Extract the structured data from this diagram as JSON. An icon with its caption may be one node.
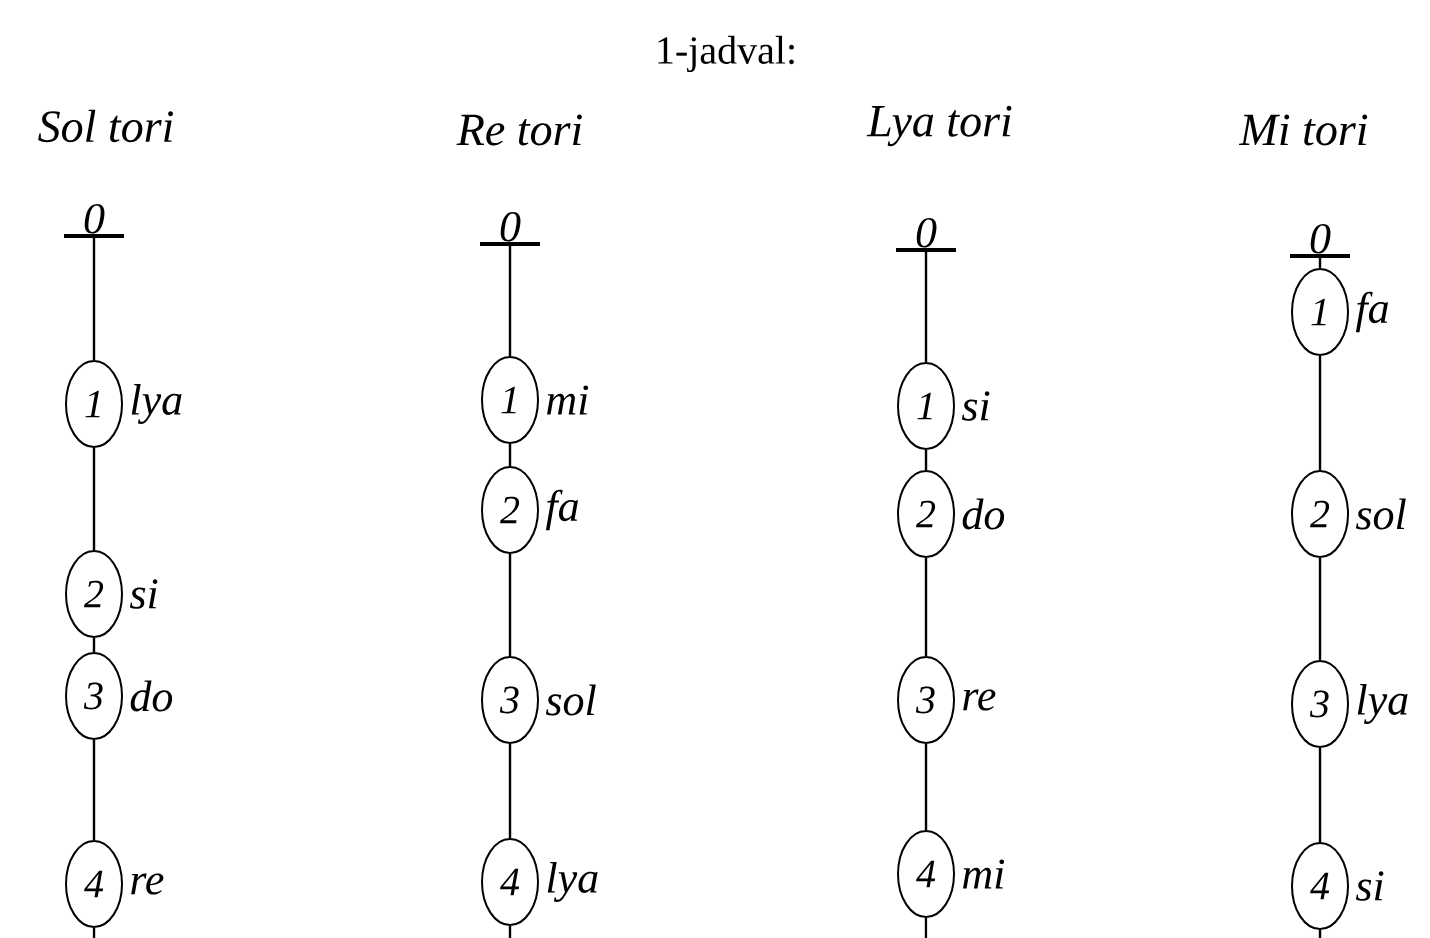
{
  "diagram": {
    "title": "1-jadval:",
    "nodes": [
      {
        "text": [
          "0"
        ]
      },
      {
        "text": [
          "1"
        ],
        "beside": [
          "lya"
        ]
      },
      {
        "text": [
          "2"
        ],
        "beside": [
          "si"
        ]
      },
      {
        "text": [
          "3"
        ],
        "beside": [
          "do"
        ]
      },
      {
        "text": [
          "4"
        ],
        "beside": [
          "re"
        ]
      },
      {
        "text": [
          "0"
        ]
      },
      {
        "text": [
          "1"
        ],
        "beside": [
          "mi"
        ]
      },
      {
        "text": [
          "2"
        ],
        "beside": [
          "fa"
        ]
      },
      {
        "text": [
          "3"
        ],
        "beside": [
          "sol"
        ]
      },
      {
        "text": [
          "4"
        ],
        "beside": [
          "lya"
        ]
      },
      {
        "text": [
          "0"
        ]
      },
      {
        "text": [
          "1"
        ],
        "beside": [
          "si"
        ]
      },
      {
        "text": [
          "2"
        ],
        "beside": [
          "do"
        ]
      },
      {
        "text": [
          "3"
        ],
        "beside": [
          "re"
        ]
      },
      {
        "text": [
          "4"
        ],
        "beside": [
          "mi"
        ]
      },
      {
        "text": [
          "0"
        ]
      },
      {
        "text": [
          "1"
        ],
        "beside": [
          "fa"
        ]
      },
      {
        "text": [
          "2"
        ],
        "beside": [
          "sol"
        ]
      },
      {
        "text": [
          "3"
        ],
        "beside": [
          "lya"
        ]
      },
      {
        "text": [
          "4"
        ],
        "beside": [
          "si"
        ]
      }
    ],
    "edges": [
      {
        "from": 0,
        "to": 1,
        "arrow": "none"
      },
      {
        "from": 1,
        "to": 2,
        "arrow": "none"
      },
      {
        "from": 2,
        "to": 3,
        "arrow": "none"
      },
      {
        "from": 3,
        "to": 4,
        "arrow": "none"
      },
      {
        "from": 5,
        "to": 6,
        "arrow": "none"
      },
      {
        "from": 6,
        "to": 7,
        "arrow": "none"
      },
      {
        "from": 7,
        "to": 8,
        "arrow": "none"
      },
      {
        "from": 8,
        "to": 9,
        "arrow": "none"
      },
      {
        "from": 10,
        "to": 11,
        "arrow": "none"
      },
      {
        "from": 11,
        "to": 12,
        "arrow": "none"
      },
      {
        "from": 12,
        "to": 13,
        "arrow": "none"
      },
      {
        "from": 13,
        "to": 14,
        "arrow": "none"
      },
      {
        "from": 15,
        "to": 16,
        "arrow": "none"
      },
      {
        "from": 16,
        "to": 17,
        "arrow": "none"
      },
      {
        "from": 17,
        "to": 18,
        "arrow": "none"
      },
      {
        "from": 18,
        "to": 19,
        "arrow": "none"
      }
    ],
    "labels": [
      "Sol tori",
      "Re tori",
      "Lya tori",
      "Mi tori"
    ]
  }
}
